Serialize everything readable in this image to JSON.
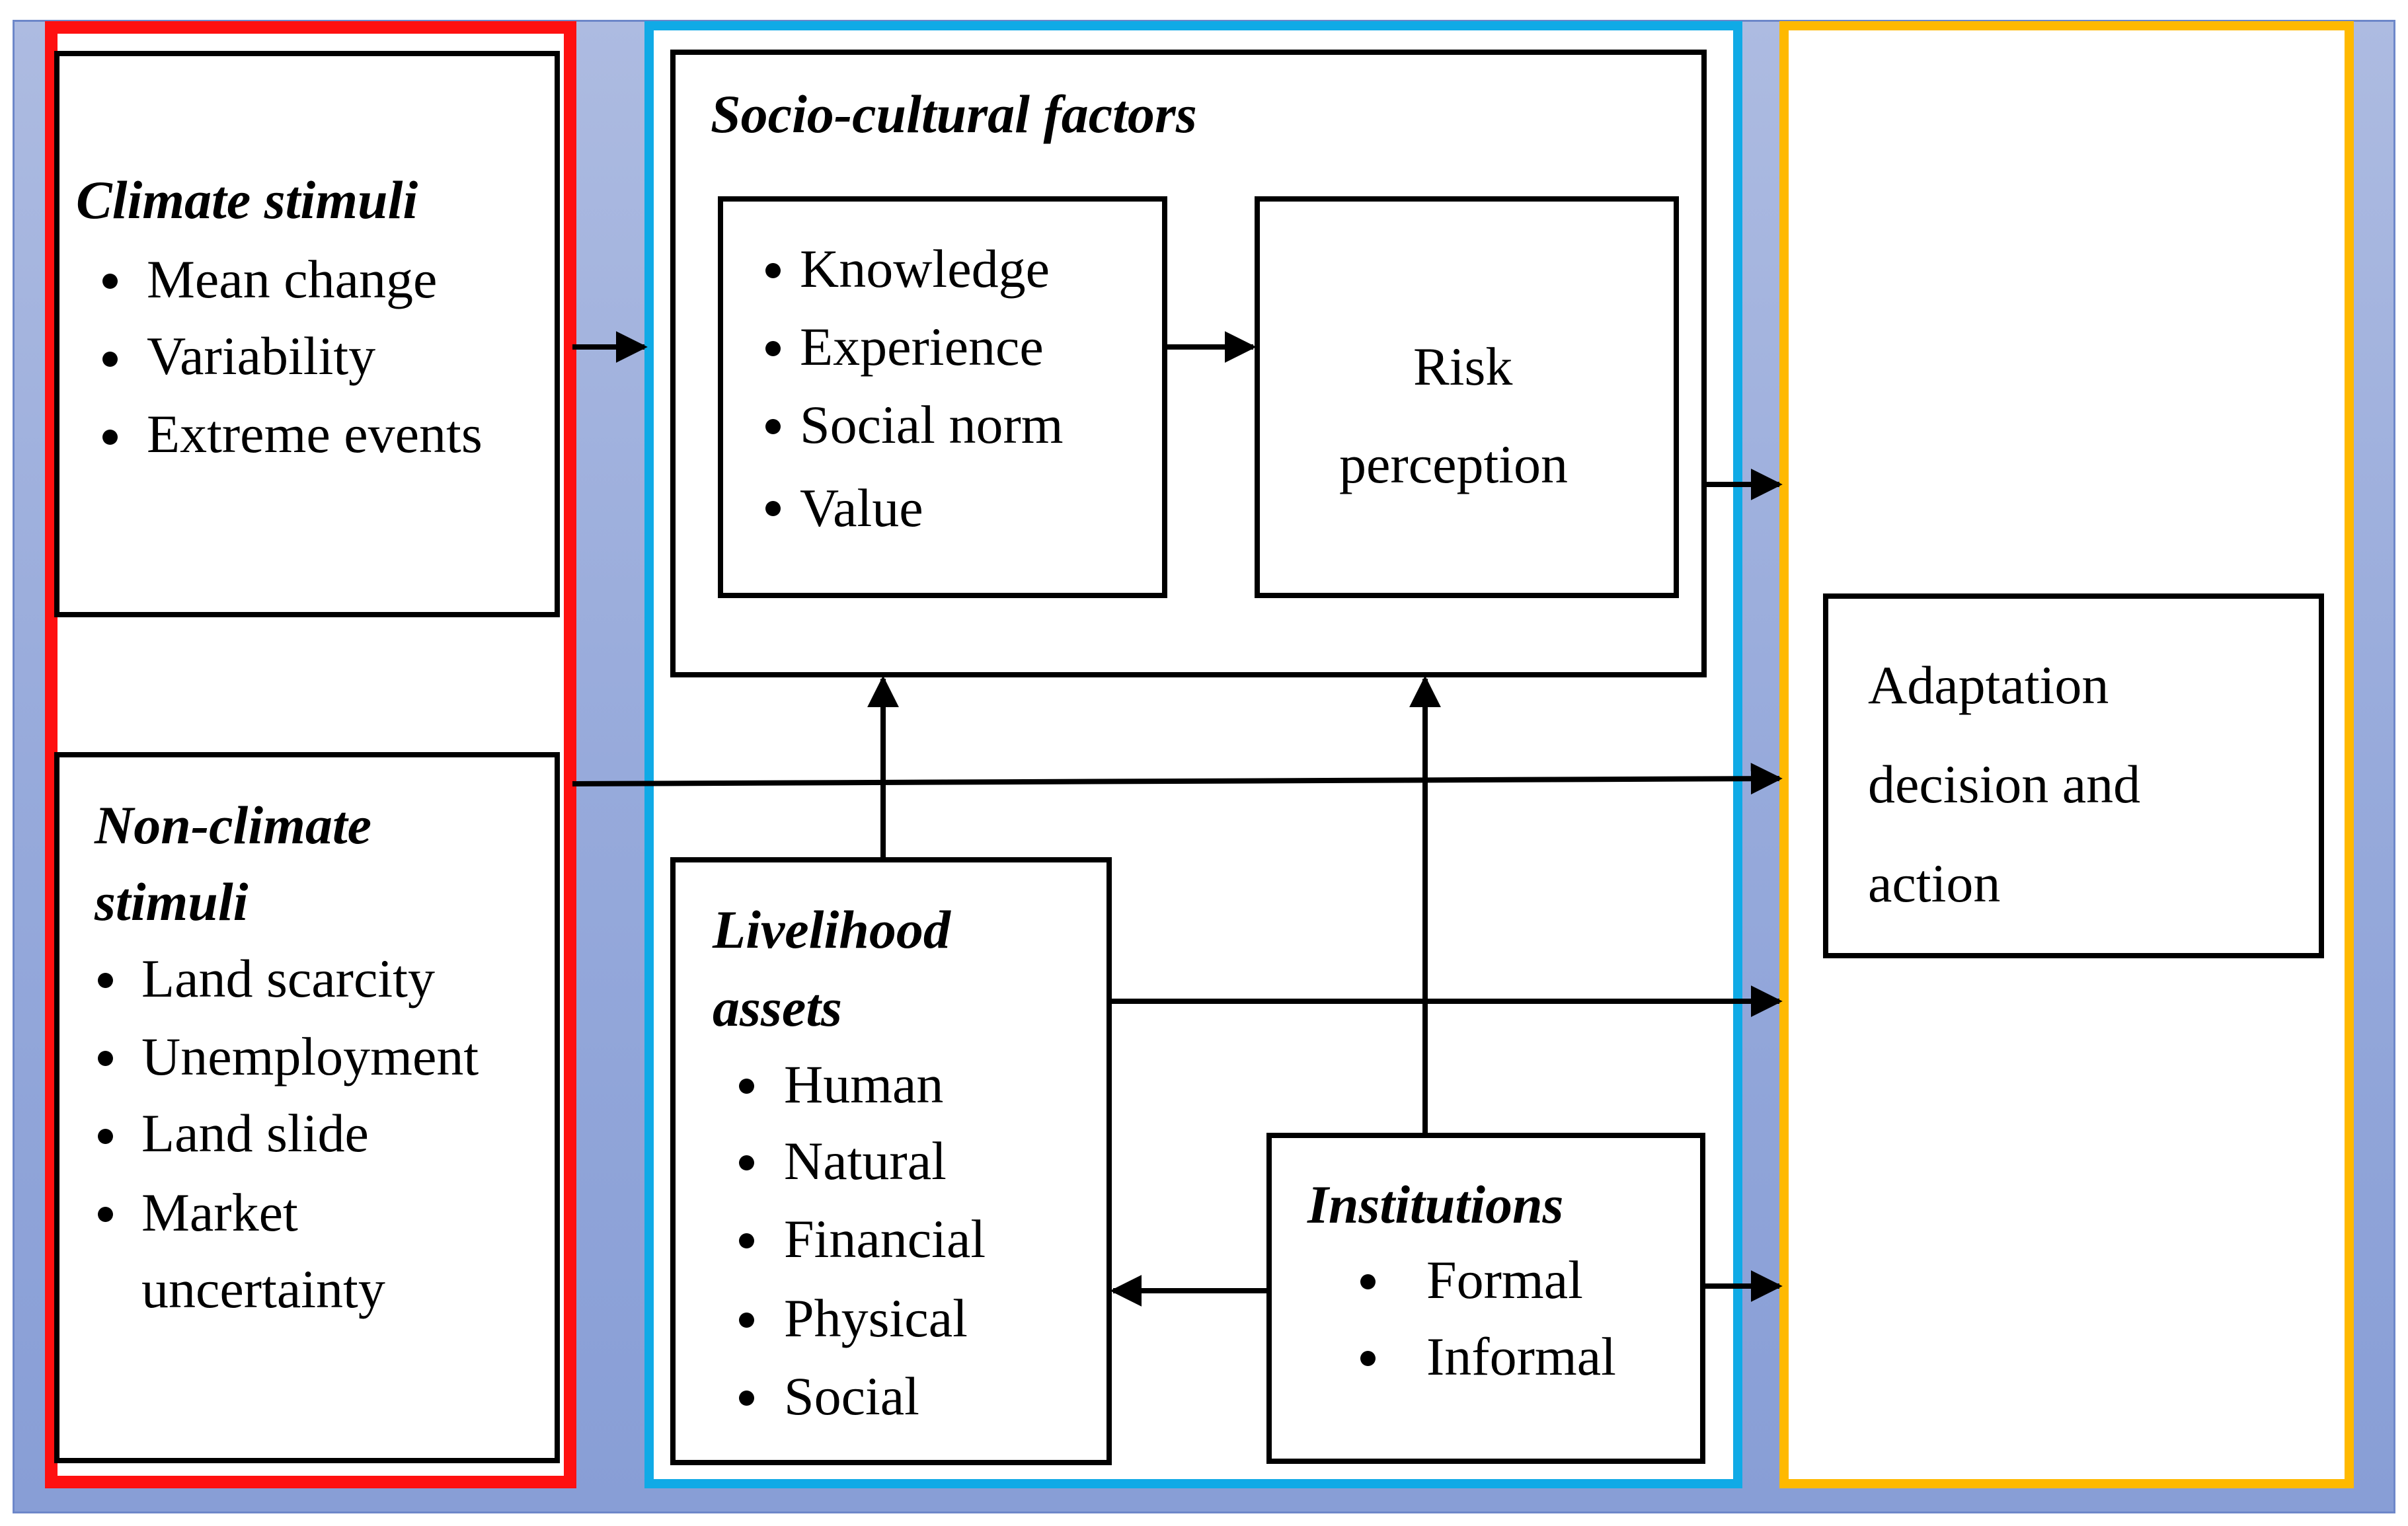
{
  "climate_stimuli": {
    "title": "Climate stimuli",
    "items": [
      "Mean change",
      "Variability",
      "Extreme events"
    ]
  },
  "non_climate_stimuli": {
    "title_line1": "Non-climate",
    "title_line2": "stimuli",
    "items": [
      "Land scarcity",
      "Unemployment",
      "Land slide",
      "Market"
    ],
    "item_continuation": "uncertainty"
  },
  "socio_cultural_factors": {
    "title": "Socio-cultural factors",
    "items": [
      "Knowledge",
      "Experience",
      "Social norm",
      "Value"
    ]
  },
  "risk_perception": {
    "line1": "Risk",
    "line2": "perception"
  },
  "livelihood_assets": {
    "title_line1": "Livelihood",
    "title_line2": "assets",
    "items": [
      "Human",
      "Natural",
      "Financial",
      "Physical",
      "Social"
    ]
  },
  "institutions": {
    "title": "Institutions",
    "items": [
      "Formal",
      "Informal"
    ]
  },
  "adaptation": {
    "line1": "Adaptation",
    "line2": "decision and",
    "line3": "action"
  },
  "colors": {
    "background": "#97aadb",
    "stimuli_group_border": "#ff1010",
    "mediating_group_border": "#10aae6",
    "outcome_group_border": "#ffb900",
    "box_border": "#000000",
    "arrow": "#000000"
  }
}
